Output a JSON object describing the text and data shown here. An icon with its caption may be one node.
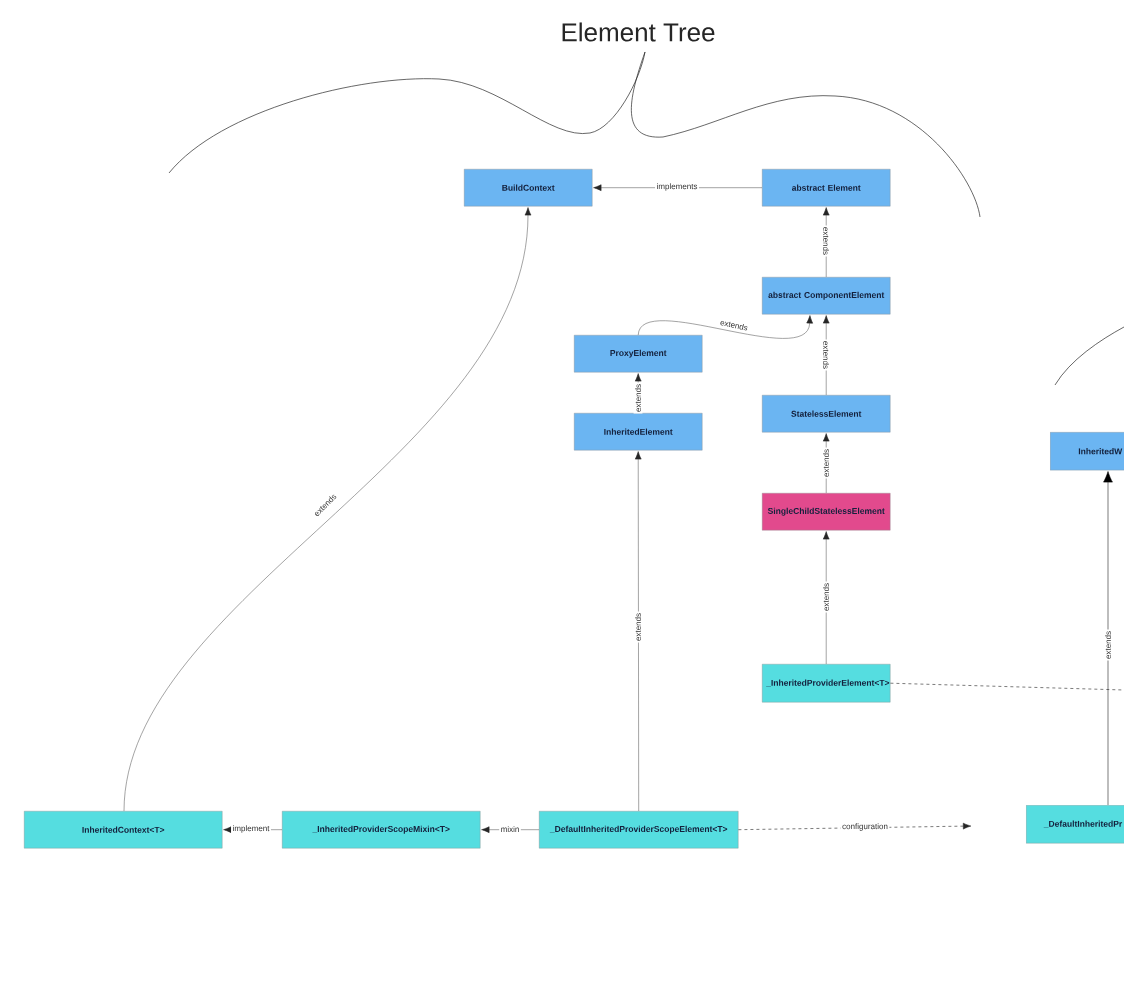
{
  "diagram": {
    "title": "Element Tree",
    "nodes": [
      {
        "text": [
          "BuildContext"
        ]
      },
      {
        "text": [
          "abstract Element"
        ]
      },
      {
        "text": [
          "abstract ComponentElement"
        ]
      },
      {
        "text": [
          "ProxyElement"
        ]
      },
      {
        "text": [
          "InheritedElement"
        ]
      },
      {
        "text": [
          "StatelessElement"
        ]
      },
      {
        "text": [
          "SingleChildStatelessElement"
        ]
      },
      {
        "text": [
          "_InheritedProviderElement<T>"
        ]
      },
      {
        "text": [
          "InheritedW"
        ]
      },
      {
        "text": [
          "InheritedContext<T>"
        ]
      },
      {
        "text": [
          "_InheritedProviderScopeMixin<T>"
        ]
      },
      {
        "text": [
          "_DefaultInheritedProviderScopeElement<T>"
        ]
      },
      {
        "text": [
          "_DefaultInheritedPr"
        ]
      }
    ],
    "edges": [
      {
        "from": 1,
        "to": 0,
        "arrow": "to",
        "label": "implements"
      },
      {
        "from": 2,
        "to": 1,
        "arrow": "to",
        "label": "extends"
      },
      {
        "from": 3,
        "to": 2,
        "arrow": "to",
        "label": "extends"
      },
      {
        "from": 4,
        "to": 3,
        "arrow": "to",
        "label": "extends"
      },
      {
        "from": 5,
        "to": 2,
        "arrow": "to",
        "label": "extends"
      },
      {
        "from": 6,
        "to": 5,
        "arrow": "to",
        "label": "extends"
      },
      {
        "from": 7,
        "to": 6,
        "arrow": "to",
        "label": "extends"
      },
      {
        "from": 9,
        "to": 0,
        "arrow": "to",
        "label": "extends"
      },
      {
        "from": 11,
        "to": 4,
        "arrow": "to",
        "label": "extends"
      },
      {
        "from": 10,
        "to": 9,
        "arrow": "to",
        "label": "implement"
      },
      {
        "from": 11,
        "to": 10,
        "arrow": "to",
        "label": "mixin"
      },
      {
        "from": 11,
        "to": null,
        "arrow": "to",
        "label": "configuration",
        "style": "dashed",
        "color": "#222222"
      },
      {
        "from": 7,
        "to": null,
        "arrow": "none",
        "style": "dashed",
        "color": "#222222"
      },
      {
        "from": 12,
        "to": 8,
        "arrow": "to",
        "label": "extends",
        "color": "#222222"
      }
    ]
  }
}
